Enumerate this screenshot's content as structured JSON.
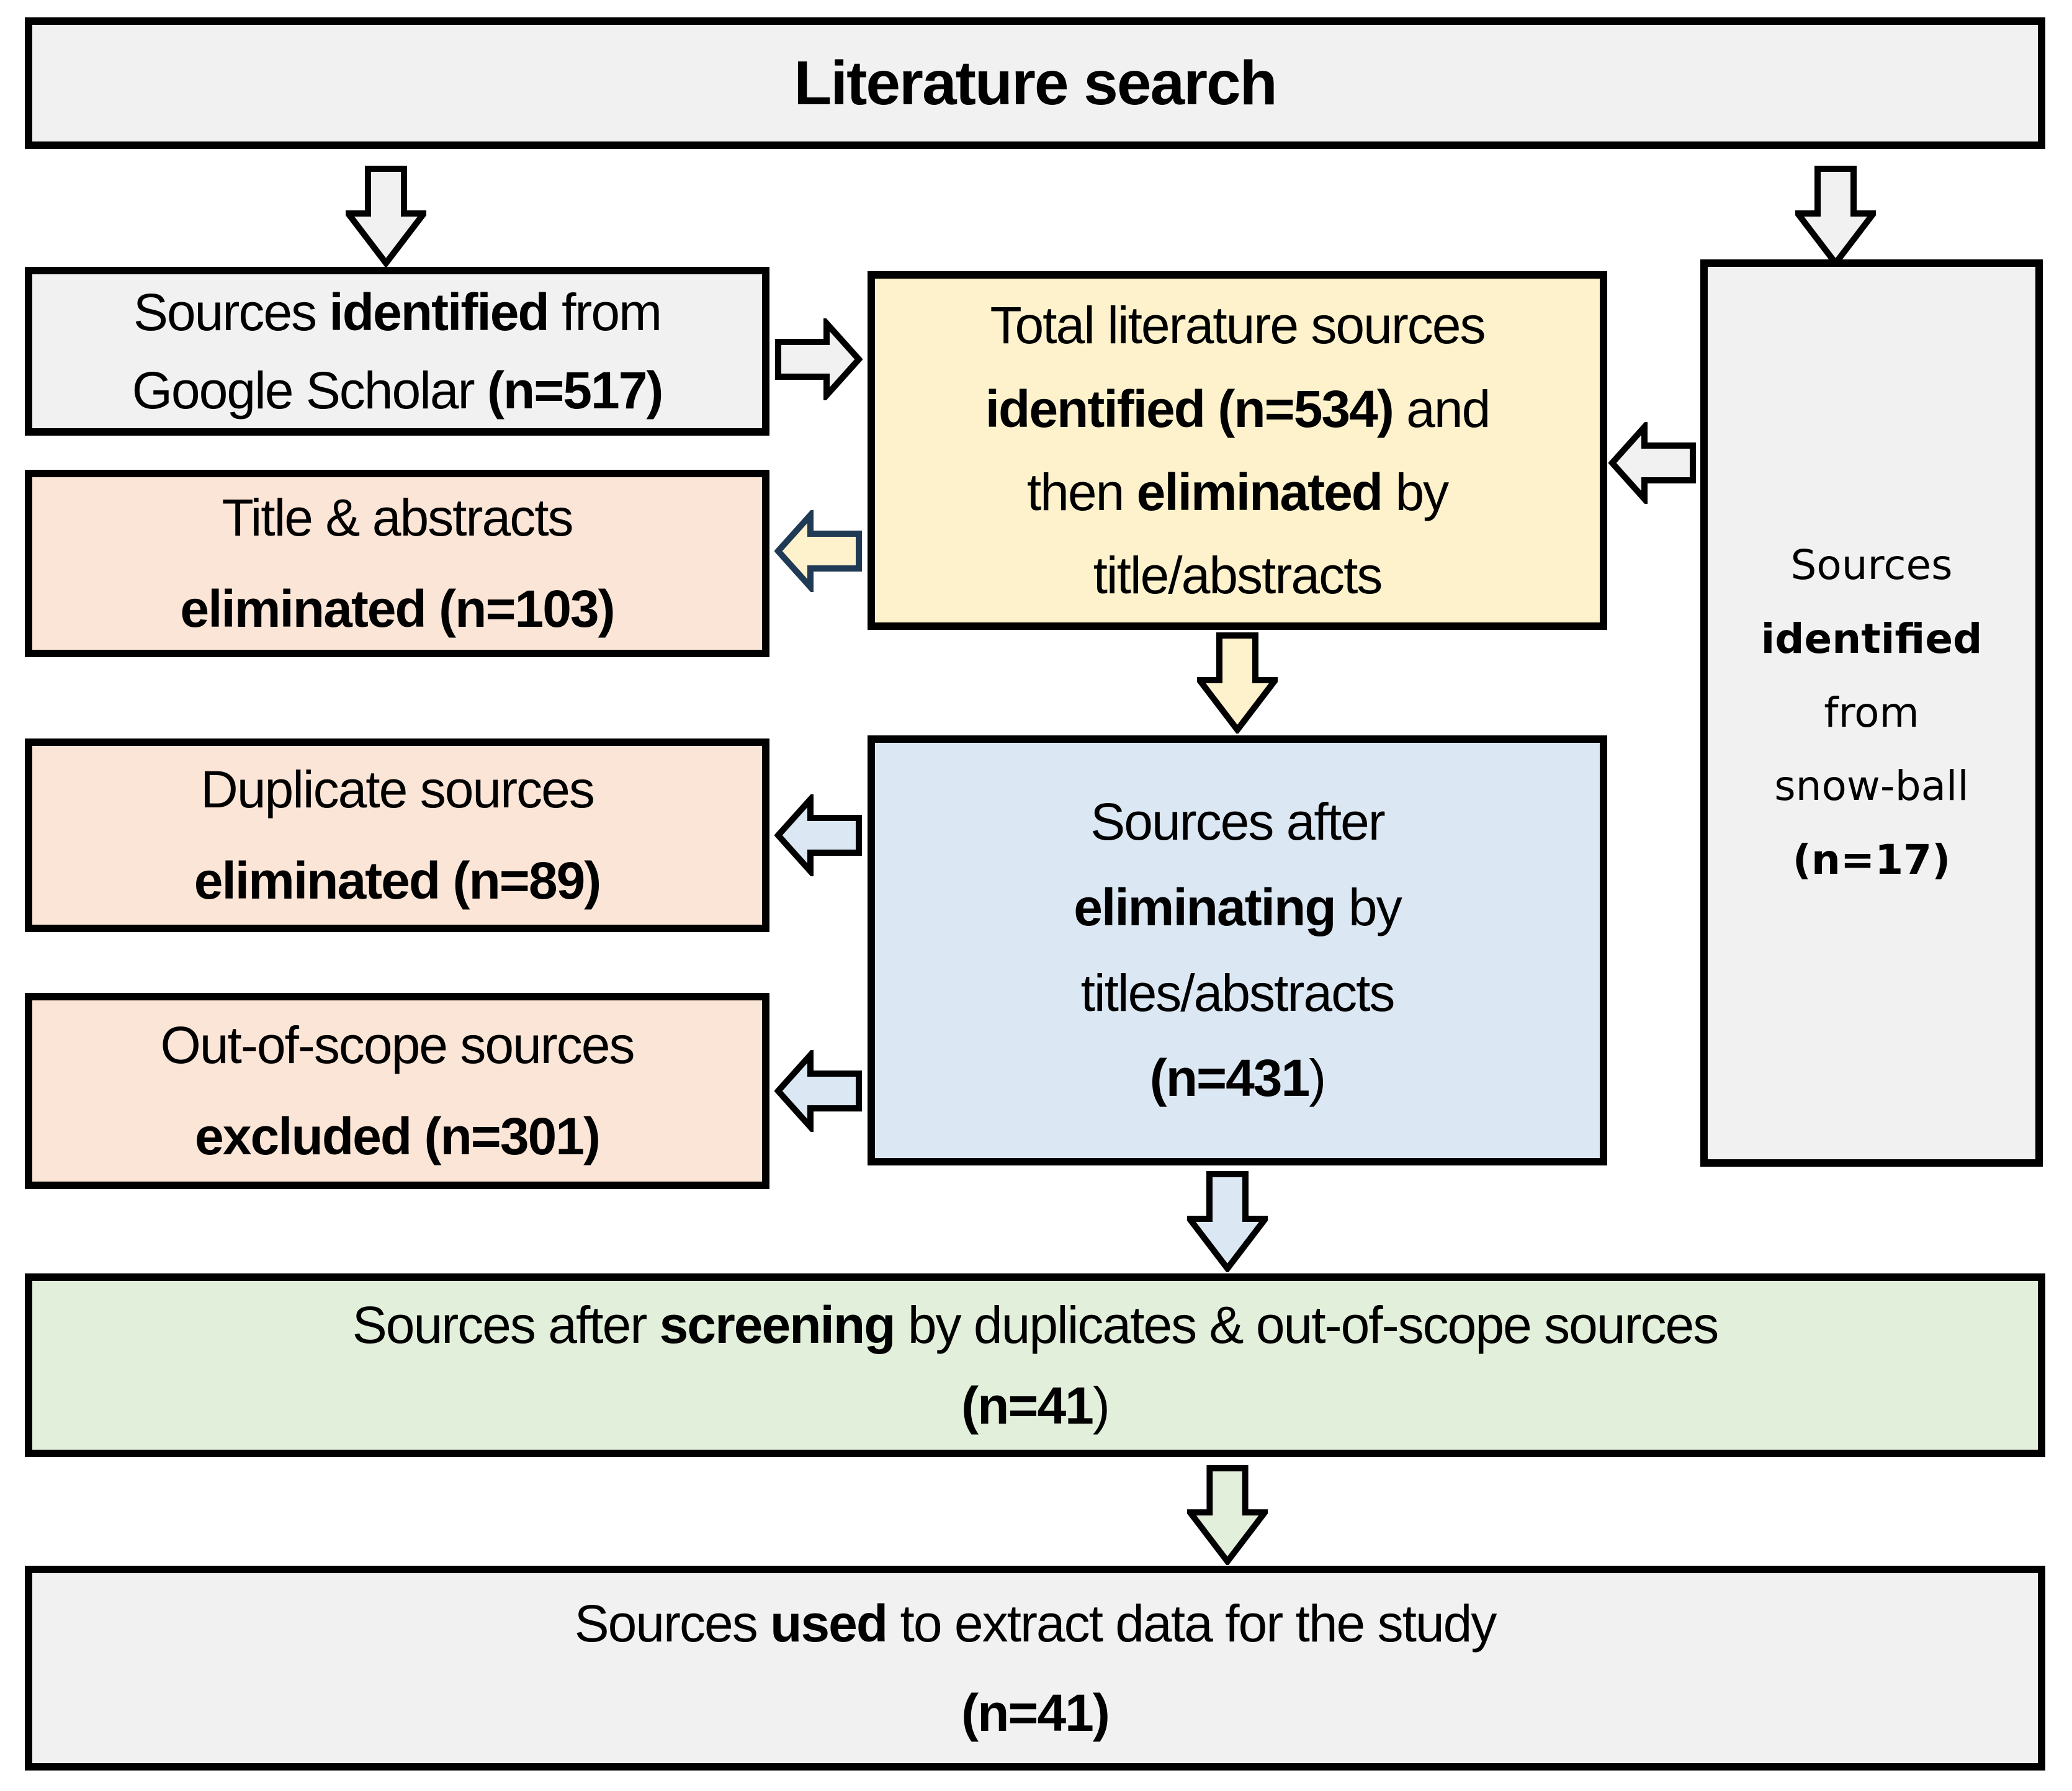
{
  "diagram_title": "Literature search flow diagram",
  "colors": {
    "box_gray": "#f1f1f1",
    "box_yellow": "#fdf2cc",
    "box_pink": "#fbe5d6",
    "box_blue": "#dbe7f3",
    "box_green": "#e2efda",
    "border_black": "#000000",
    "arrow_gray_fill": "#f1f1f1",
    "arrow_yellow_fill": "#fdf2cc",
    "arrow_blue_fill": "#dbe7f3",
    "arrow_green_fill": "#e2efda",
    "arrow_navy_stroke": "#1f3a54",
    "arrow_black_stroke": "#000000",
    "text_black": "#000000"
  },
  "boxes": {
    "literature_search": {
      "lines": [
        [
          {
            "t": "Literature search",
            "b": true
          }
        ]
      ]
    },
    "google_scholar": {
      "lines": [
        [
          {
            "t": "Sources ",
            "b": false
          },
          {
            "t": "identified",
            "b": true
          },
          {
            "t": " from",
            "b": false
          }
        ],
        [
          {
            "t": "Google Scholar ",
            "b": false
          },
          {
            "t": "(n=517)",
            "b": true
          }
        ]
      ]
    },
    "total_identified": {
      "lines": [
        [
          {
            "t": "Total literature sources",
            "b": false
          }
        ],
        [
          {
            "t": "identified (n=534)",
            "b": true
          },
          {
            "t": " and",
            "b": false
          }
        ],
        [
          {
            "t": "then ",
            "b": false
          },
          {
            "t": "eliminated",
            "b": true
          },
          {
            "t": " by",
            "b": false
          }
        ],
        [
          {
            "t": "title/abstracts",
            "b": false
          }
        ]
      ]
    },
    "snowball": {
      "lines": [
        [
          {
            "t": "Sources",
            "b": false
          }
        ],
        [
          {
            "t": "identified",
            "b": true
          }
        ],
        [
          {
            "t": "from",
            "b": false
          }
        ],
        [
          {
            "t": "snow-ball",
            "b": false
          }
        ],
        [
          {
            "t": "(n=17)",
            "b": true
          }
        ]
      ]
    },
    "title_abstracts": {
      "lines": [
        [
          {
            "t": "Title & abstracts",
            "b": false
          }
        ],
        [
          {
            "t": "eliminated (n=103)",
            "b": true
          }
        ]
      ]
    },
    "after_eliminating": {
      "lines": [
        [
          {
            "t": "Sources after",
            "b": false
          }
        ],
        [
          {
            "t": "eliminating",
            "b": true
          },
          {
            "t": " by",
            "b": false
          }
        ],
        [
          {
            "t": "titles/abstracts",
            "b": false
          }
        ],
        [
          {
            "t": "(n=431",
            "b": true
          },
          {
            "t": ")",
            "b": false
          }
        ]
      ]
    },
    "duplicate": {
      "lines": [
        [
          {
            "t": "Duplicate sources",
            "b": false
          }
        ],
        [
          {
            "t": "eliminated (n=89)",
            "b": true
          }
        ]
      ]
    },
    "out_of_scope": {
      "lines": [
        [
          {
            "t": "Out-of-scope sources",
            "b": false
          }
        ],
        [
          {
            "t": "excluded (n=301)",
            "b": true
          }
        ]
      ]
    },
    "after_screening": {
      "lines": [
        [
          {
            "t": "Sources after ",
            "b": false
          },
          {
            "t": "screening",
            "b": true
          },
          {
            "t": " by duplicates & out-of-scope sources",
            "b": false
          }
        ],
        [
          {
            "t": "(n=41",
            "b": true
          },
          {
            "t": ")",
            "b": false
          }
        ]
      ]
    },
    "used_for_study": {
      "lines": [
        [
          {
            "t": "Sources ",
            "b": false
          },
          {
            "t": "used",
            "b": true
          },
          {
            "t": " to extract data for the study",
            "b": false
          }
        ],
        [
          {
            "t": "(n=41)",
            "b": true
          }
        ]
      ]
    }
  },
  "arrows": {
    "lit_to_gs": {
      "fill": "#f1f1f1",
      "stroke": "#000000"
    },
    "lit_to_snowball": {
      "fill": "#f1f1f1",
      "stroke": "#000000"
    },
    "gs_to_total": {
      "fill": "#f1f1f1",
      "stroke": "#000000"
    },
    "total_to_titleabs": {
      "fill": "#fdf2cc",
      "stroke": "#1f3a54"
    },
    "snowball_to_total": {
      "fill": "#f1f1f1",
      "stroke": "#000000"
    },
    "total_to_blue": {
      "fill": "#fdf2cc",
      "stroke": "#000000"
    },
    "blue_to_duplicate": {
      "fill": "#dbe7f3",
      "stroke": "#000000"
    },
    "blue_to_oos": {
      "fill": "#dbe7f3",
      "stroke": "#000000"
    },
    "blue_to_green": {
      "fill": "#dbe7f3",
      "stroke": "#000000"
    },
    "green_to_used": {
      "fill": "#e2efda",
      "stroke": "#000000"
    }
  }
}
